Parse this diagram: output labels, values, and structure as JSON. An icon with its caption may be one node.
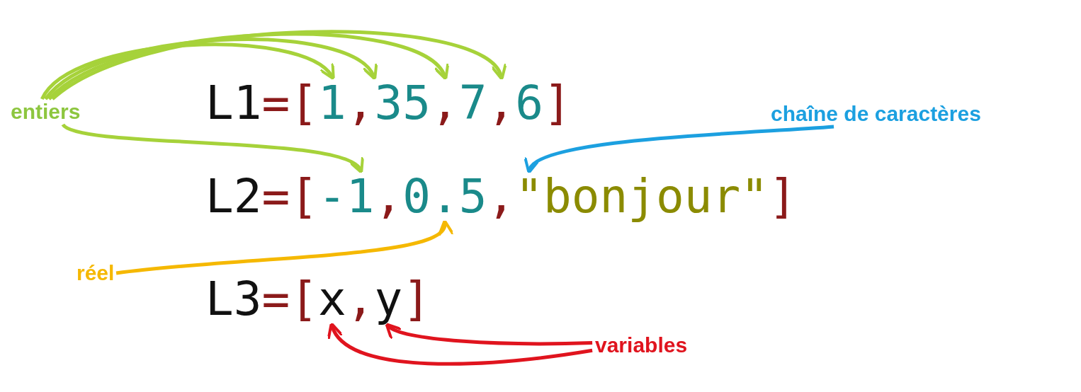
{
  "diagram": {
    "nodes": [
      {
        "text": [
          "entiers"
        ]
      },
      {
        "text": [
          "L1=[1,35,7,6]"
        ]
      },
      {
        "text": [
          "chaîne de caractères"
        ]
      },
      {
        "text": [
          "L2=[-1,0.5,\"bonjour\"]"
        ]
      },
      {
        "text": [
          "réel"
        ]
      },
      {
        "text": [
          "L3=[x,y]"
        ]
      },
      {
        "text": [
          "variables"
        ]
      }
    ],
    "edges": [
      {
        "from": 0,
        "to": 1,
        "arrow": "to"
      },
      {
        "from": 0,
        "to": 1,
        "arrow": "to"
      },
      {
        "from": 0,
        "to": 1,
        "arrow": "to"
      },
      {
        "from": 0,
        "to": 1,
        "arrow": "to"
      },
      {
        "from": 0,
        "to": 3,
        "arrow": "to"
      },
      {
        "from": 2,
        "to": 3,
        "arrow": "to",
        "color": "#1ca0e0"
      },
      {
        "from": 4,
        "to": 3,
        "arrow": "to",
        "color": "#f5b800"
      },
      {
        "from": 6,
        "to": 5,
        "arrow": "to",
        "color": "#e0141e"
      },
      {
        "from": 6,
        "to": 5,
        "arrow": "to",
        "color": "#e0141e"
      }
    ]
  }
}
